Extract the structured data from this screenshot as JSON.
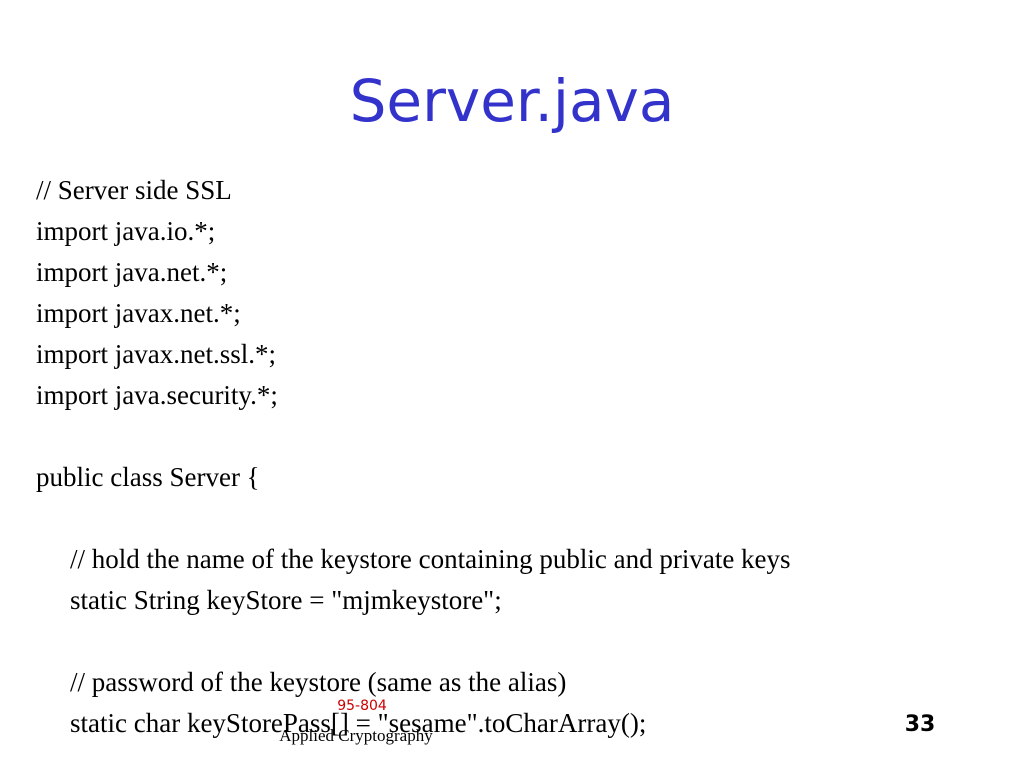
{
  "slide": {
    "title": "Server.java",
    "code_lines": [
      "// Server side SSL",
      "import java.io.*;",
      "import java.net.*;",
      "import javax.net.*;",
      "import javax.net.ssl.*;",
      "import java.security.*;",
      "",
      "public class Server {",
      "",
      "// hold the name of the keystore containing public and private keys",
      "static String keyStore = \"mjmkeystore\";",
      "",
      "// password of the keystore (same as the alias)",
      "static char keyStorePass[] = \"sesame\".toCharArray();"
    ]
  },
  "footer": {
    "course_number": "95-804",
    "course_title": "Applied Cryptography",
    "page_number": "33"
  }
}
